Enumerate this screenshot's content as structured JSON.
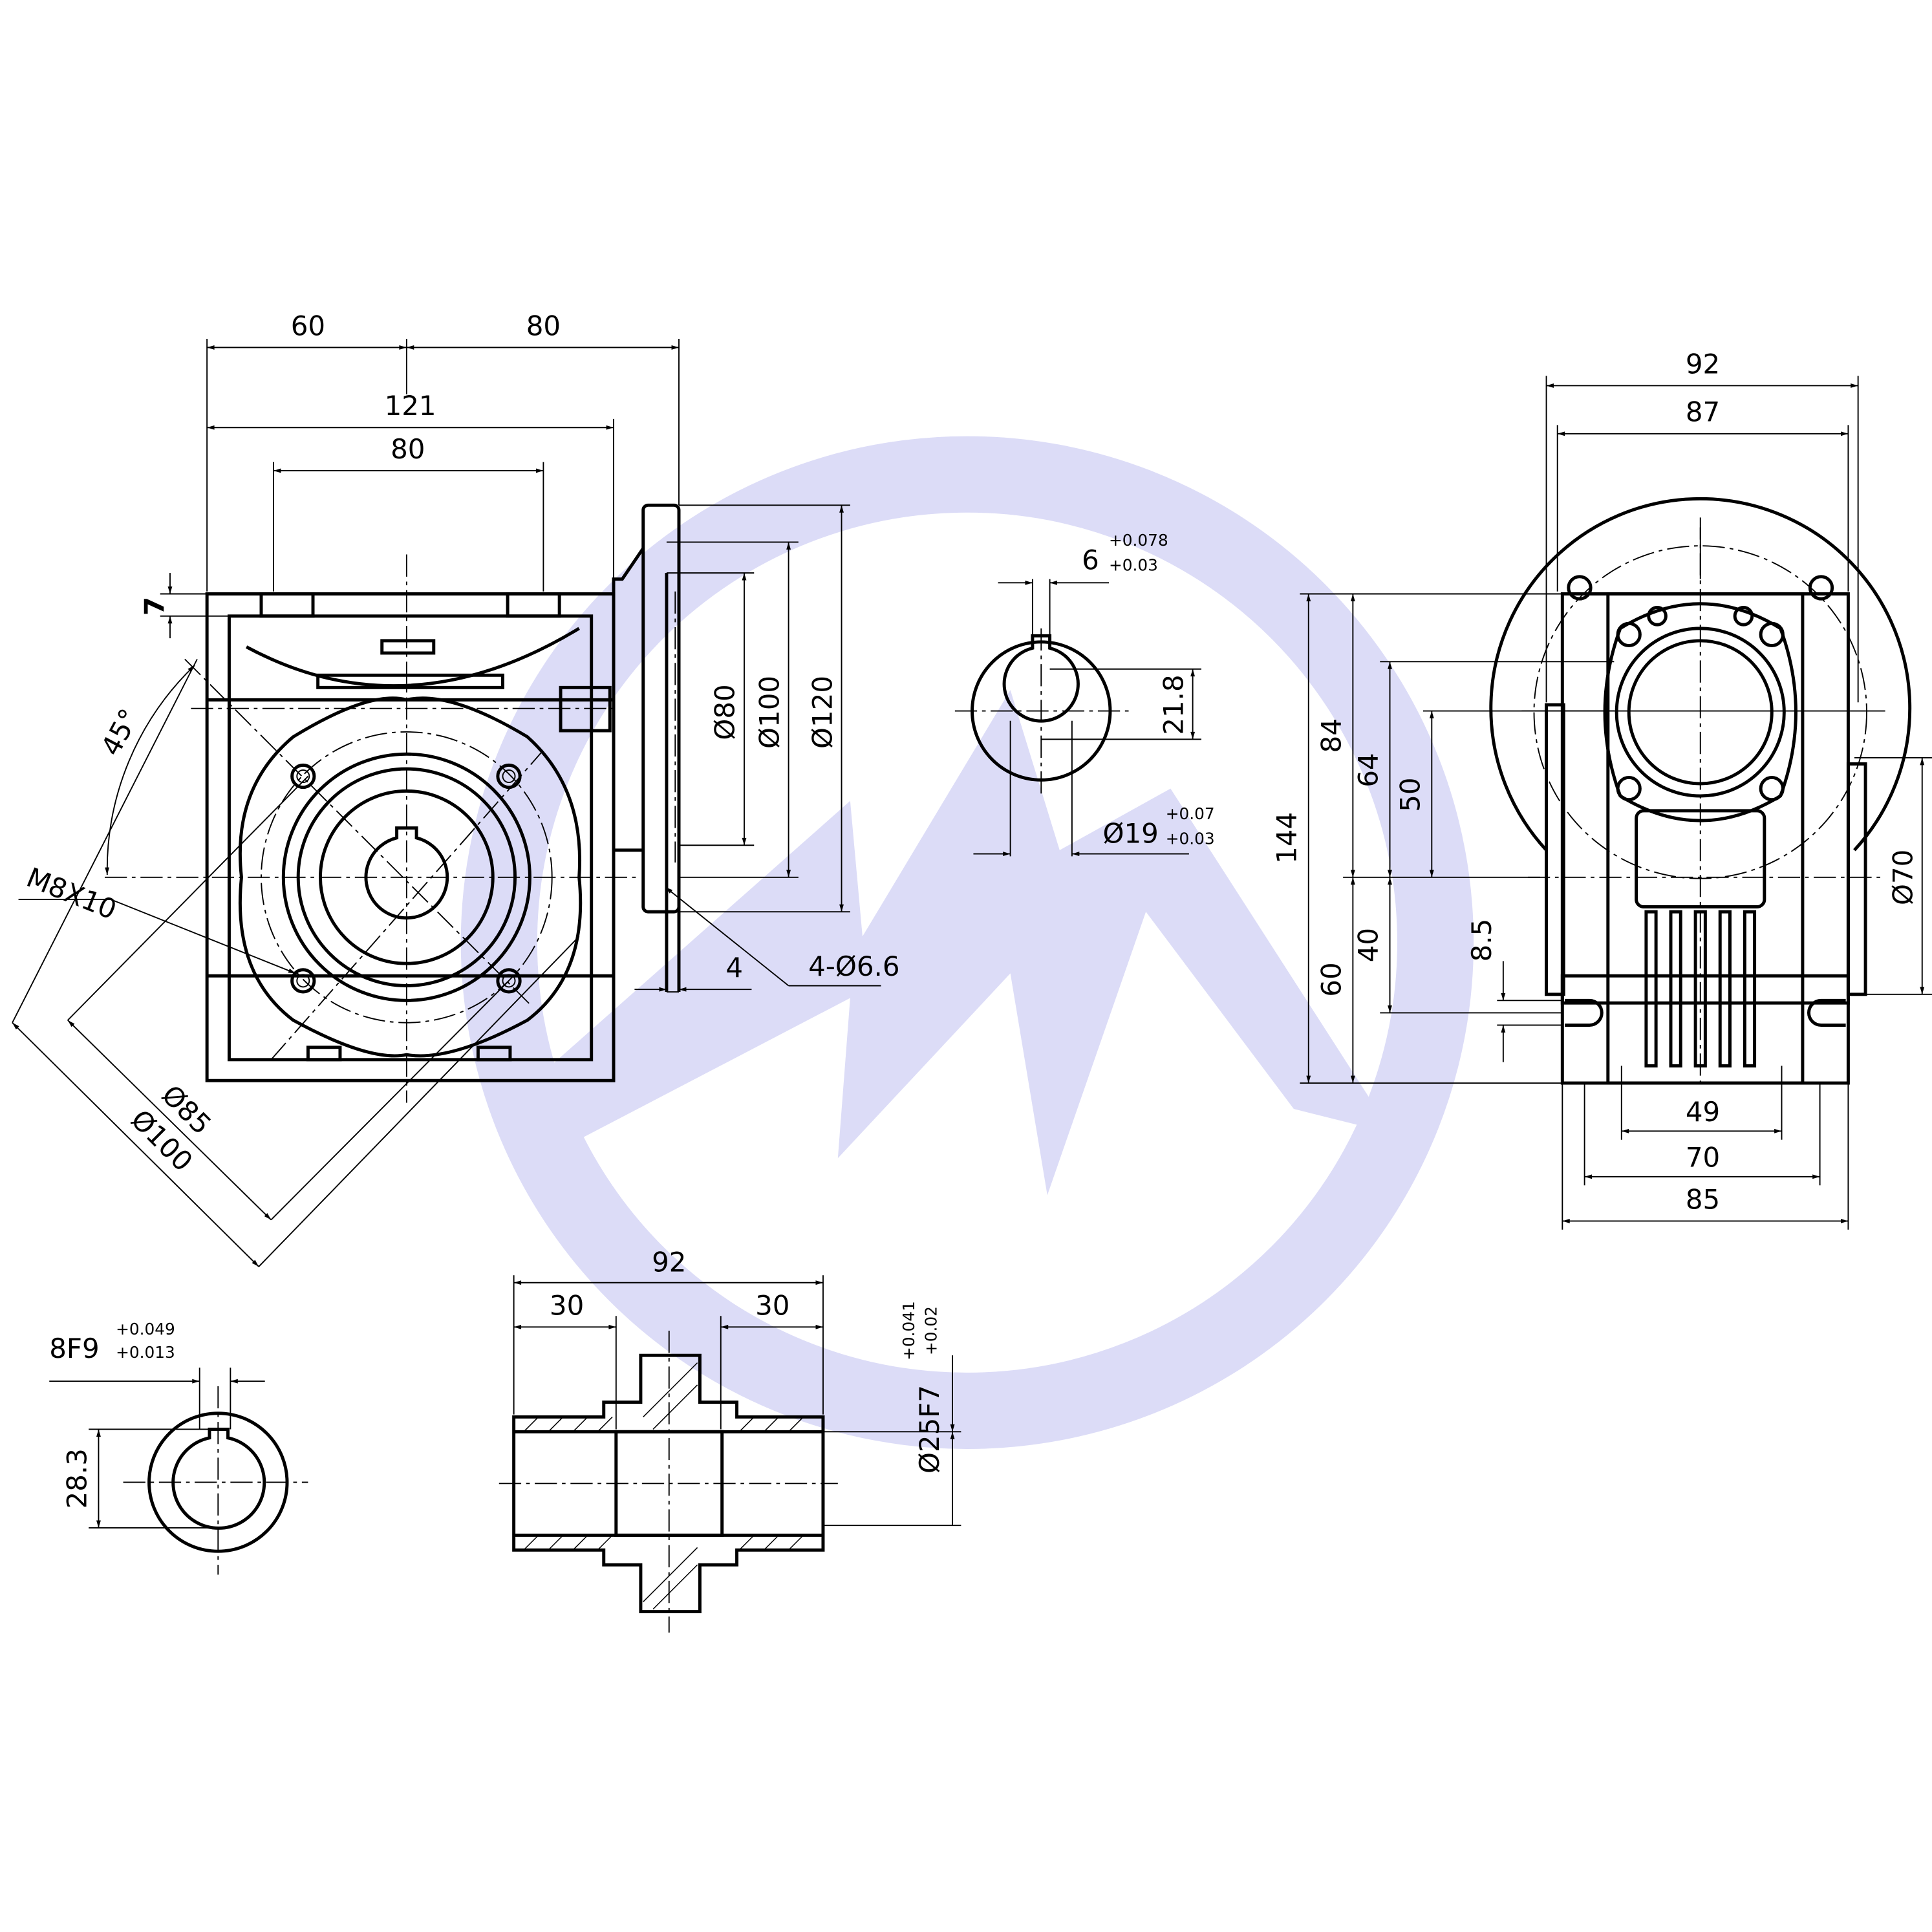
{
  "drawing": {
    "views": [
      "front-view",
      "flange-side-view",
      "input-bore-section",
      "right-side-view",
      "output-bore-section",
      "output-hollow-shaft-section"
    ],
    "watermark": {
      "color": "#dcdcf7",
      "type": "logo"
    },
    "line_color": "#000000"
  },
  "labels": {
    "d60_top": "60",
    "d80_top": "80",
    "d121": "121",
    "d80_inner": "80",
    "d7": "7",
    "a45": "45°",
    "m8x10": "M8X10",
    "d85_diag": "Ø85",
    "d100_diag": "Ø100",
    "d80_flange": "Ø80",
    "d100_flange": "Ø100",
    "d120_flange": "Ø120",
    "d4": "4",
    "holes": "4-Ø6.6",
    "key6": "6",
    "key6_upper": "+0.078",
    "key6_lower": "+0.03",
    "d21_8": "21.8",
    "bore19": "Ø19",
    "bore19_upper": "+0.07",
    "bore19_lower": "+0.03",
    "d92_side": "92",
    "d87_side": "87",
    "d144": "144",
    "d84": "84",
    "d64": "64",
    "d50": "50",
    "d60_side": "60",
    "d40": "40",
    "d8_5": "8.5",
    "d70_dia": "Ø70",
    "d49": "49",
    "d70": "70",
    "d85": "85",
    "key8": "8F9",
    "key8_upper": "+0.049",
    "key8_lower": "+0.013",
    "d28_3": "28.3",
    "d92_shaft": "92",
    "d30_left": "30",
    "d30_right": "30",
    "bore25": "Ø25F7",
    "bore25_upper": "+0.041",
    "bore25_lower": "+0.02"
  }
}
